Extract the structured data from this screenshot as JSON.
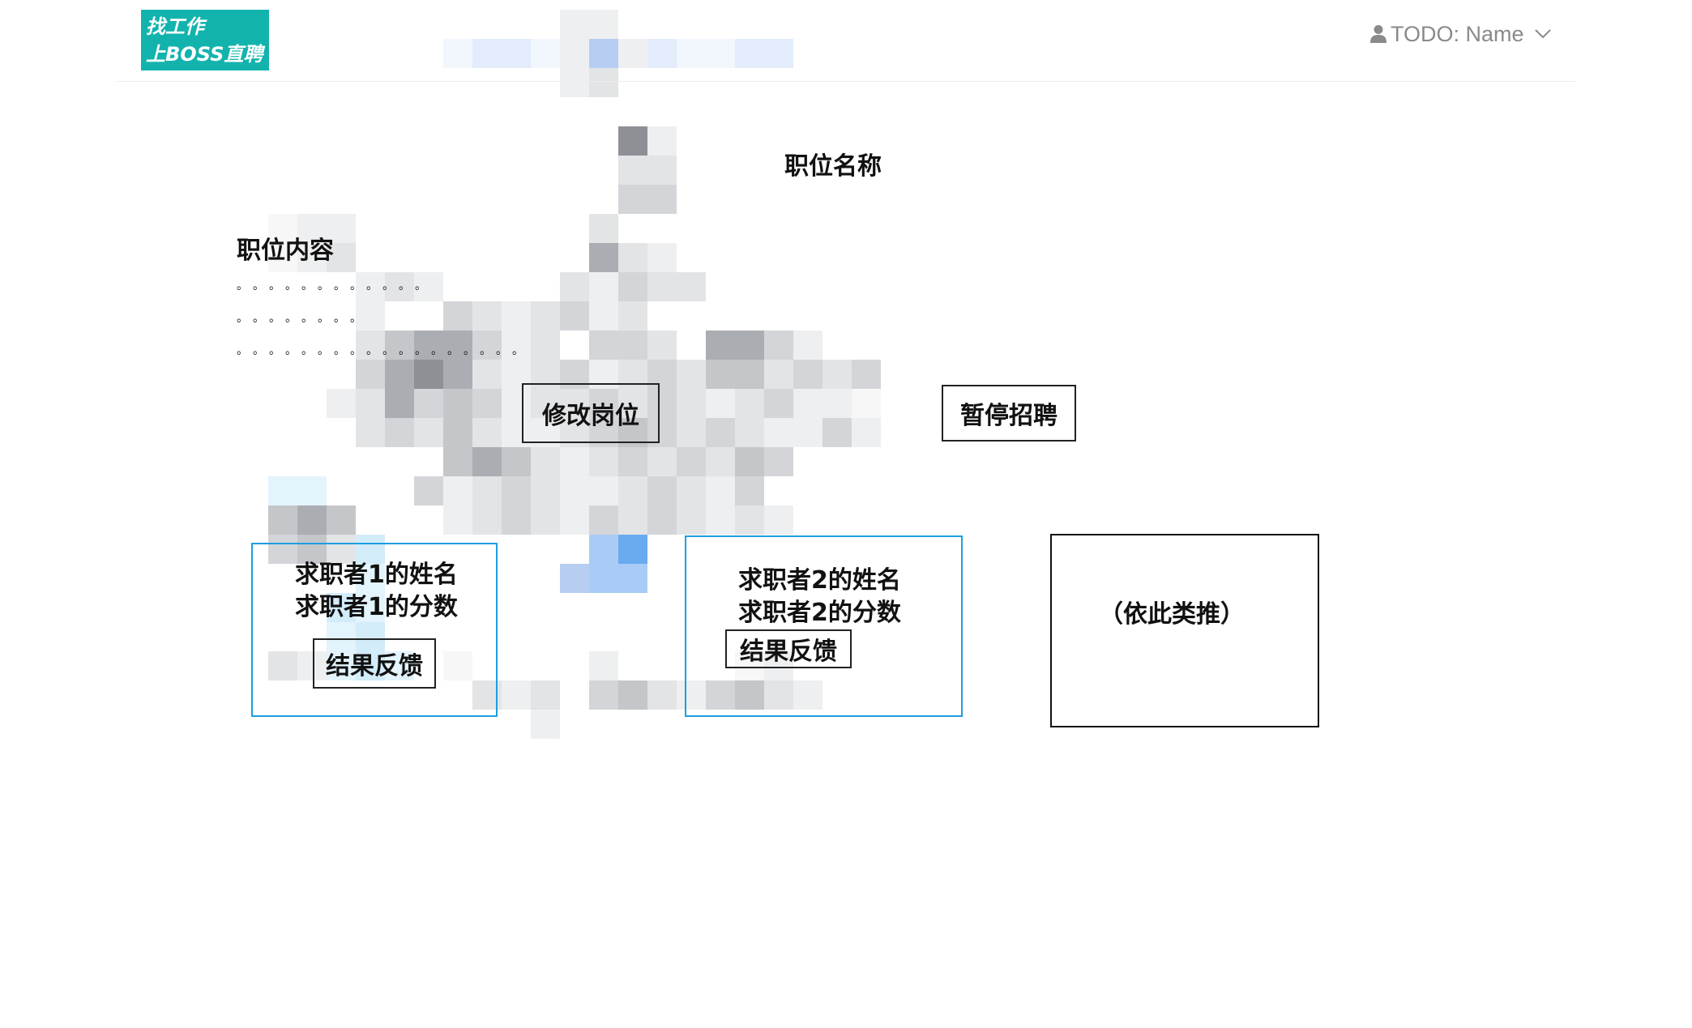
{
  "header": {
    "logo_line1": "找工作",
    "logo_line2": "上BOSS直聘",
    "user_name": "TODO: Name",
    "user_icon": "user-icon",
    "dropdown_icon": "chevron-down-icon"
  },
  "job": {
    "title": "职位名称",
    "content_heading": "职位内容",
    "content_lines": [
      "。。。。。。。。。。。。",
      "。。。。。。。。",
      "。。。。。。。。。。。。。。。。。。"
    ],
    "edit_button": "修改岗位",
    "pause_button": "暂停招聘"
  },
  "applicants": [
    {
      "name": "求职者1的姓名",
      "score": "求职者1的分数",
      "feedback_button": "结果反馈"
    },
    {
      "name": "求职者2的姓名",
      "score": "求职者2的分数",
      "feedback_button": "结果反馈"
    }
  ],
  "more_text": "（依此类推）",
  "colors": {
    "logo_bg": "#13b3ad",
    "card_border": "#1d9ee0",
    "text": "#111111",
    "user_menu": "#8a8a8a"
  }
}
